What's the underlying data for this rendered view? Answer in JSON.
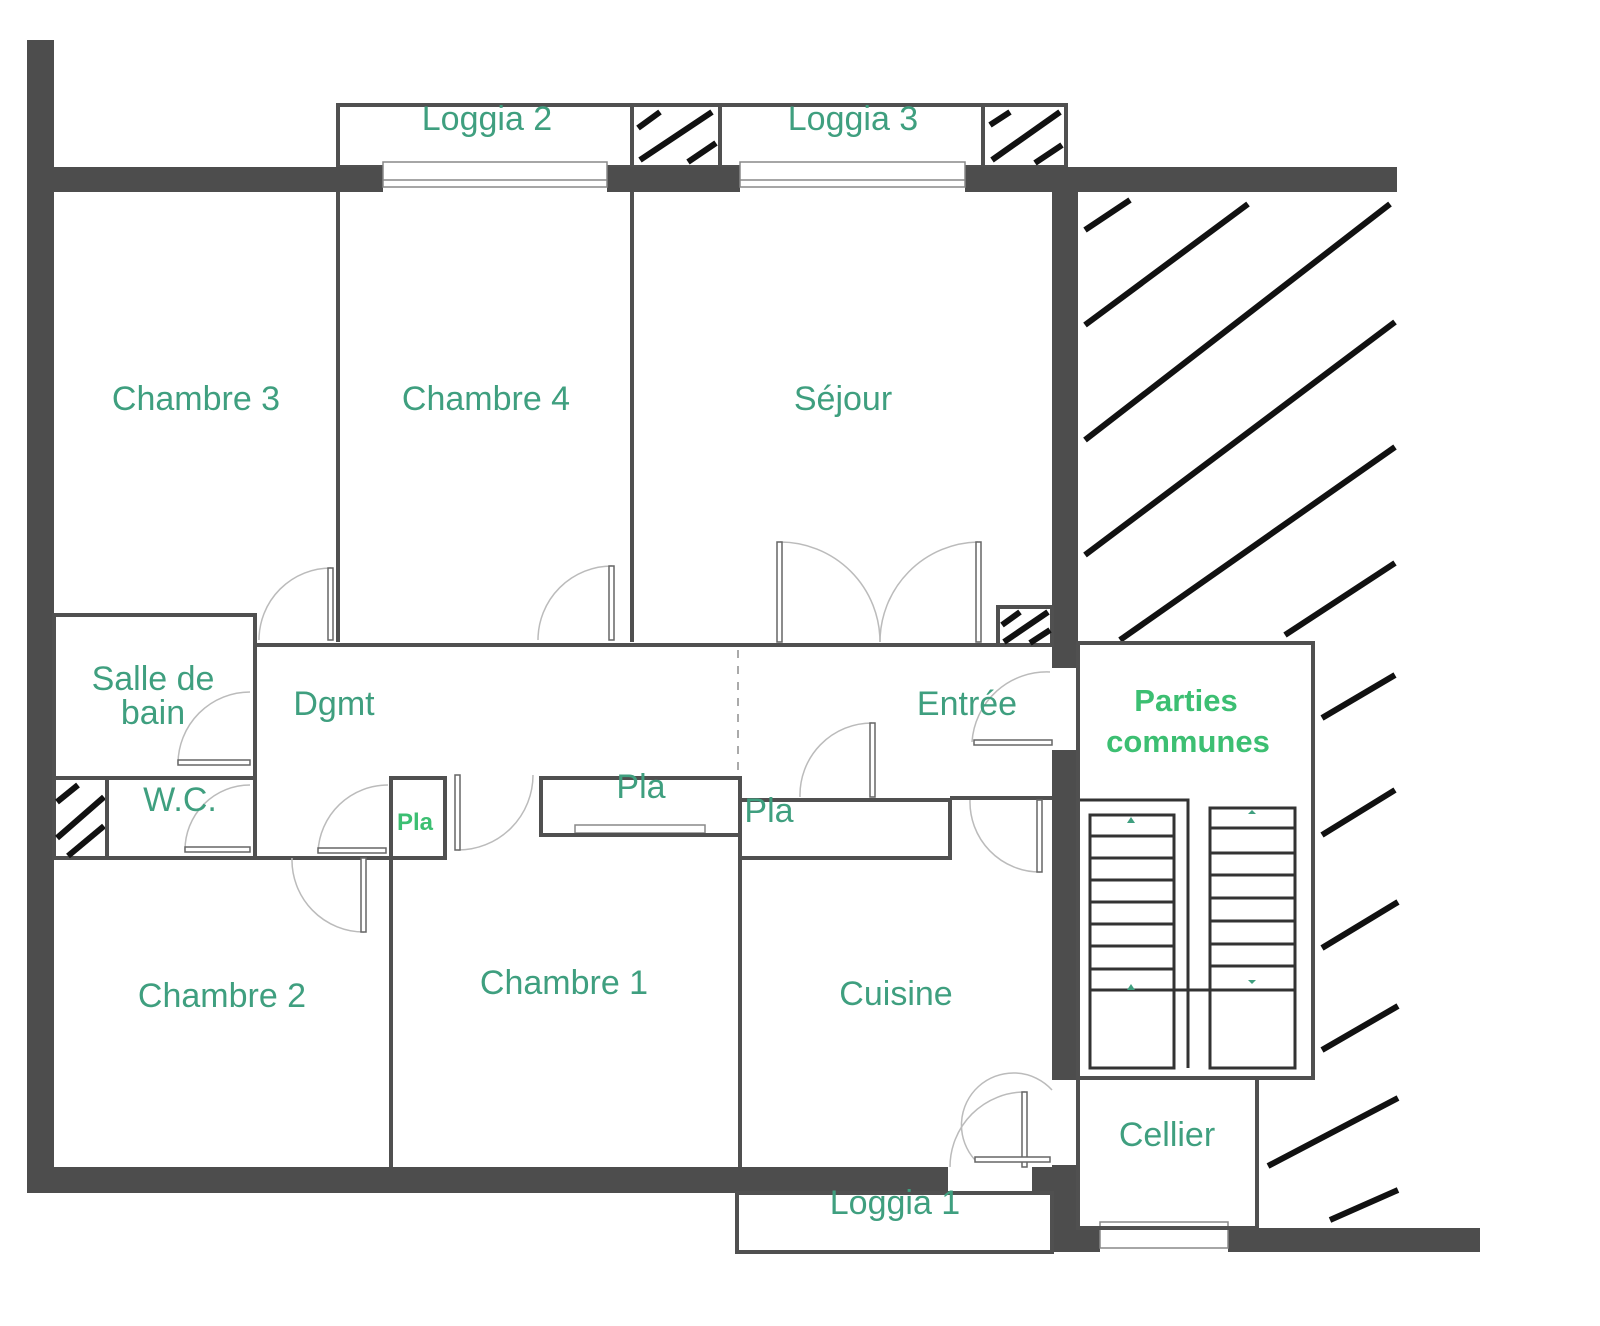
{
  "plan": {
    "rooms": {
      "loggia2": "Loggia 2",
      "loggia3": "Loggia 3",
      "chambre3": "Chambre 3",
      "chambre4": "Chambre 4",
      "sejour": "Séjour",
      "salle_de_bain_1": "Salle de",
      "salle_de_bain_2": "bain",
      "dgmt": "Dgmt",
      "entree": "Entrée",
      "wc": "W.C.",
      "pla_small": "Pla",
      "pla_center": "Pla",
      "pla_right": "Pla",
      "parties_communes_1": "Parties",
      "parties_communes_2": "communes",
      "chambre2": "Chambre 2",
      "chambre1": "Chambre 1",
      "cuisine": "Cuisine",
      "cellier": "Cellier",
      "loggia1": "Loggia 1"
    },
    "colors": {
      "label": "#3f9f7f",
      "common_label": "#3cbf72",
      "wall": "#4d4d4d"
    }
  }
}
